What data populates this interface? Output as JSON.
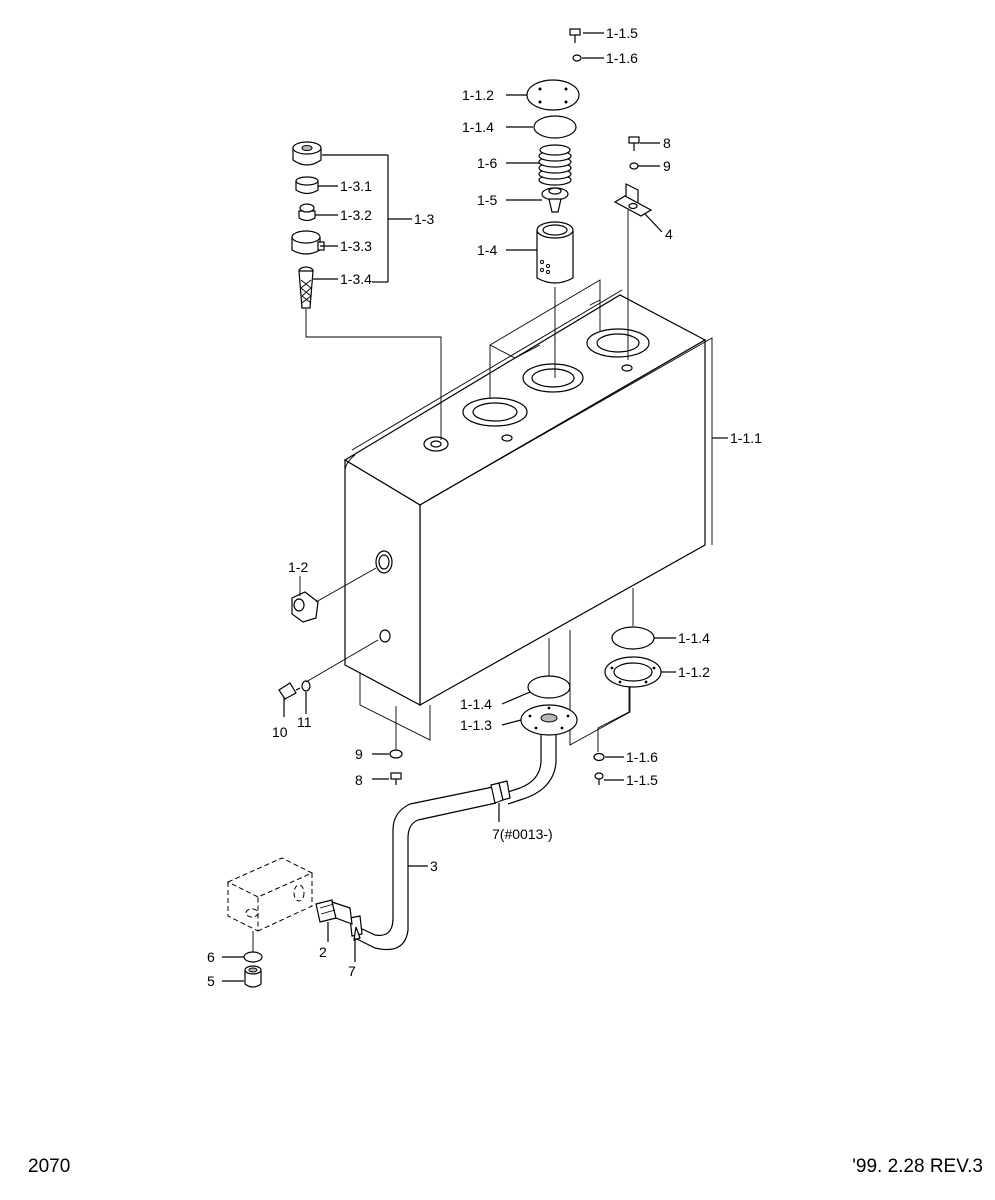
{
  "page": {
    "page_number": "2070",
    "revision": "'99. 2.28  REV.3"
  },
  "labels": {
    "l_1_1_5_top": "1-1.5",
    "l_1_1_6_top": "1-1.6",
    "l_1_1_2_top": "1-1.2",
    "l_1_1_4_top": "1-1.4",
    "l_1_6": "1-6",
    "l_1_5": "1-5",
    "l_1_4": "1-4",
    "l_8_top": "8",
    "l_9_top": "9",
    "l_4": "4",
    "l_1_3_1": "1-3.1",
    "l_1_3_2": "1-3.2",
    "l_1_3_3": "1-3.3",
    "l_1_3_4": "1-3.4",
    "l_1_3": "1-3",
    "l_1_1_1": "1-1.1",
    "l_1_2": "1-2",
    "l_10": "10",
    "l_11": "11",
    "l_9_bottom": "9",
    "l_8_bottom": "8",
    "l_1_1_4_right": "1-1.4",
    "l_1_1_2_right": "1-1.2",
    "l_1_1_4_bottom": "1-1.4",
    "l_1_1_3": "1-1.3",
    "l_1_1_6_bottom": "1-1.6",
    "l_1_1_5_bottom": "1-1.5",
    "l_7_serial": "7(#0013-)",
    "l_3": "3",
    "l_2": "2",
    "l_7": "7",
    "l_6": "6",
    "l_5": "5"
  }
}
